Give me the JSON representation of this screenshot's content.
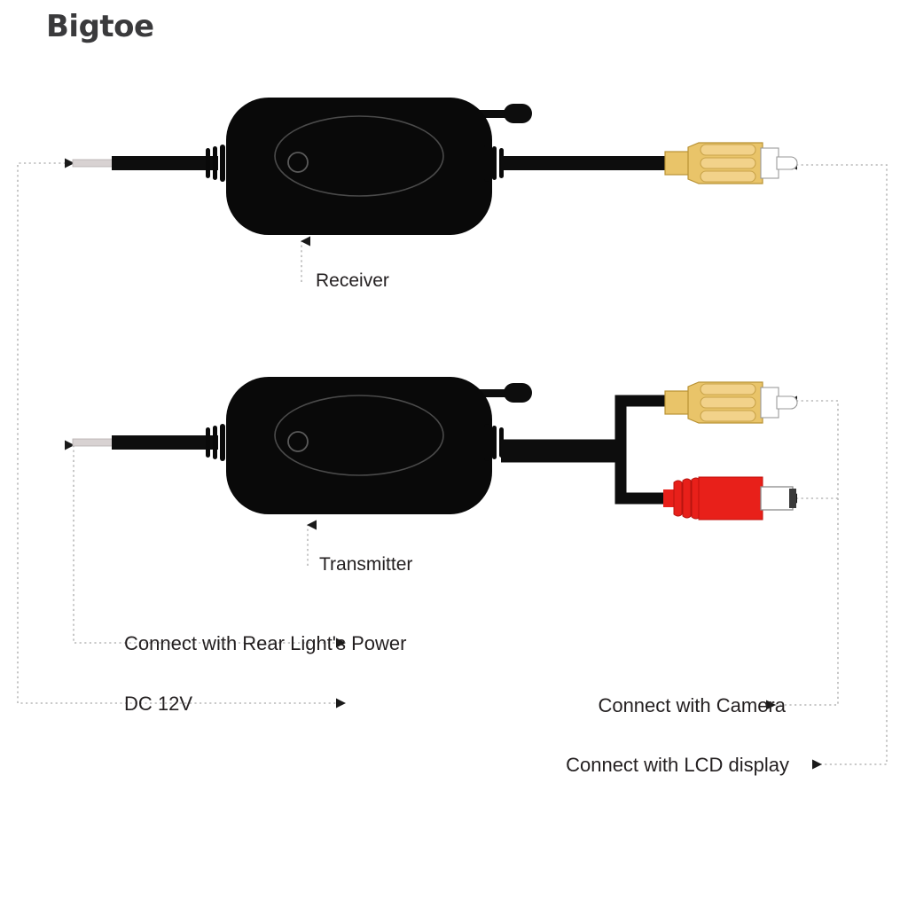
{
  "watermark": {
    "text": "Bigtoe"
  },
  "colors": {
    "background": "#ffffff",
    "module_body": "#090909",
    "cable": "#0d0d0d",
    "wire_tip": "#d8d2d2",
    "decal_outline": "#4a4a4a",
    "rca_yellow_body": "#e9c469",
    "rca_yellow_ridge": "#f0ce7e",
    "rca_yellow_outline": "#b99234",
    "rca_red_body": "#e8201a",
    "rca_red_dark": "#c2110c",
    "rca_pin_metal": "#ffffff",
    "rca_pin_outline": "#8c8c8c",
    "leader_line": "#b9b9b9",
    "arrow": "#1a1a1a",
    "text": "#231f20",
    "watermark_color": "#3a3a3c"
  },
  "devices": [
    {
      "id": "receiver",
      "label": "Receiver",
      "antenna": "antenna-rod",
      "input_wire": "bare-wire-lead",
      "output": "rca-yellow-connector"
    },
    {
      "id": "transmitter",
      "label": "Transmitter",
      "antenna": "antenna-rod",
      "input_wire": "bare-wire-lead",
      "outputs": [
        "rca-yellow-connector",
        "rca-red-connector"
      ]
    }
  ],
  "labels": {
    "receiver": "Receiver",
    "transmitter": "Transmitter",
    "rear_light_power": "Connect with Rear Light's Power",
    "dc_12v": "DC 12V",
    "connect_camera": "Connect with Camera",
    "connect_lcd": "Connect with LCD display"
  },
  "callouts": [
    {
      "name": "receiver-callout",
      "text": "Receiver",
      "direction": "up"
    },
    {
      "name": "transmitter-callout",
      "text": "Transmitter",
      "direction": "up"
    },
    {
      "name": "rear-light-power-callout",
      "text": "Connect with Rear Light's Power",
      "direction": "right"
    },
    {
      "name": "dc-12v-callout",
      "text": "DC 12V",
      "direction": "right"
    },
    {
      "name": "connect-camera-callout",
      "text": "Connect with Camera",
      "direction": "left"
    },
    {
      "name": "connect-lcd-callout",
      "text": "Connect with LCD display",
      "direction": "left"
    }
  ]
}
